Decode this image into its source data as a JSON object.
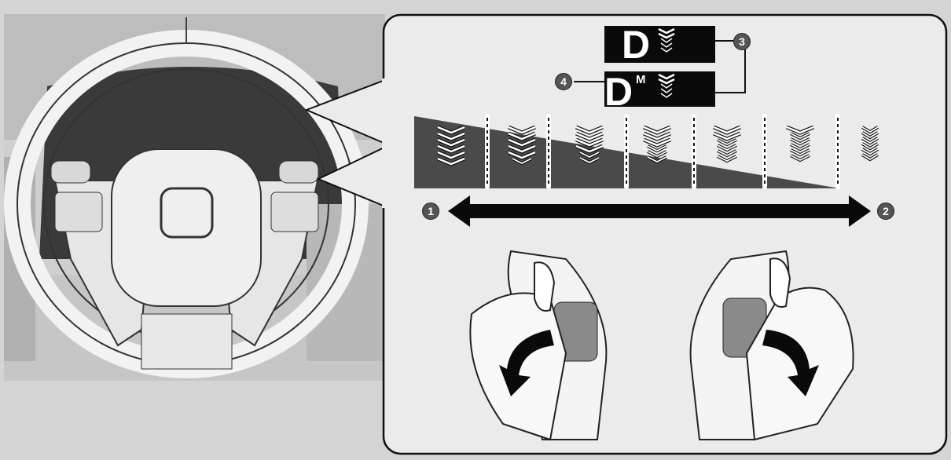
{
  "display_normal": {
    "gear": "D"
  },
  "display_manual": {
    "gear": "D",
    "mode_indicator": "M"
  },
  "callouts": [
    "1",
    "2",
    "3",
    "4"
  ],
  "colors": {
    "panel": "#ebebeb",
    "display": "#0a0a0a",
    "gradient": "#4a4a4a",
    "callout": "#555555"
  }
}
